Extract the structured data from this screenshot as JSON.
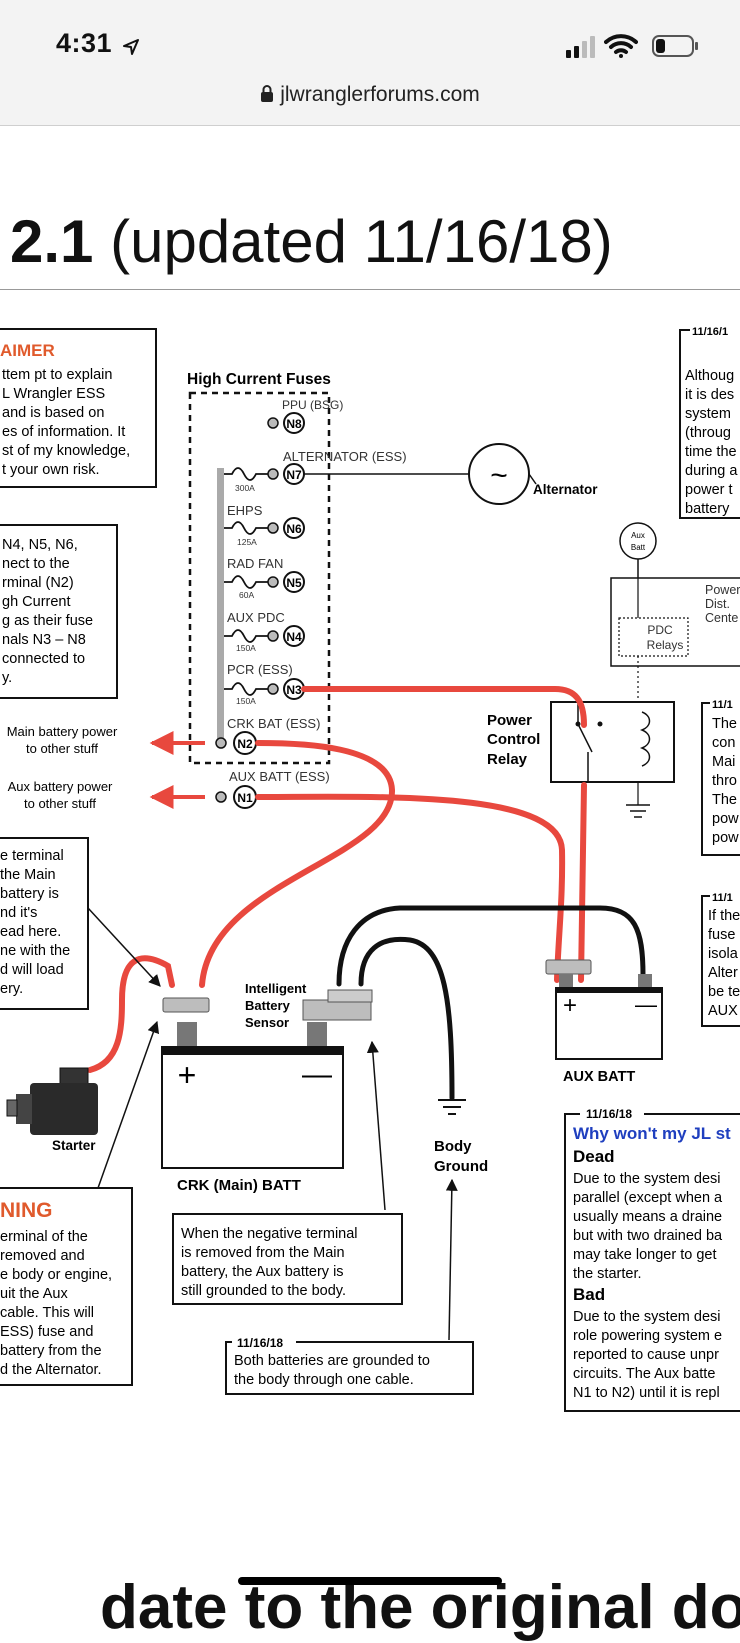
{
  "status_bar": {
    "time": "4:31"
  },
  "browser": {
    "url": "jlwranglerforums.com"
  },
  "page": {
    "title_bold": "2.1",
    "title_rest": "(updated 11/16/18)"
  },
  "diagram": {
    "disclaimer": {
      "heading": "AIMER",
      "lines": [
        "ttem pt to explain",
        "L Wrangler ESS",
        "and is based on",
        "es of information. It",
        "st of my knowledge,",
        "t your own risk."
      ]
    },
    "n4_note": {
      "lines": [
        "N4, N5, N6,",
        "nect to the",
        "rminal (N2)",
        "gh Current",
        "g as their fuse",
        "nals N3 – N8",
        "connected to",
        "y."
      ]
    },
    "fuse_box": {
      "title": "High Current Fuses",
      "nodes": [
        {
          "id": "N8",
          "label": "PPU (BSG)",
          "amps": ""
        },
        {
          "id": "N7",
          "label": "ALTERNATOR (ESS)",
          "amps": "300A"
        },
        {
          "id": "N6",
          "label": "EHPS",
          "amps": "125A"
        },
        {
          "id": "N5",
          "label": "RAD FAN",
          "amps": "60A"
        },
        {
          "id": "N4",
          "label": "AUX PDC",
          "amps": "150A"
        },
        {
          "id": "N3",
          "label": "PCR (ESS)",
          "amps": "150A"
        },
        {
          "id": "N2",
          "label": "CRK BAT (ESS)",
          "amps": ""
        }
      ],
      "n1": {
        "id": "N1",
        "label": "AUX BATT (ESS)"
      }
    },
    "main_power": {
      "line1": "Main battery power",
      "line2": "to other stuff"
    },
    "aux_power": {
      "line1": "Aux battery power",
      "line2": "to other stuff"
    },
    "alternator_label": "Alternator",
    "alternator_symbol": "~",
    "aux_batt_circle": {
      "line1": "Aux",
      "line2": "Batt"
    },
    "pdc": {
      "line1": "Power",
      "line2": "Dist.",
      "line3": "Cente",
      "relays1": "PDC",
      "relays2": "Relays"
    },
    "relay": {
      "line1": "Power",
      "line2": "Control",
      "line3": "Relay"
    },
    "right_note_1": {
      "date": "11/16/1",
      "lines": [
        "Althoug",
        "it is des",
        "system",
        "(throug",
        "time the",
        "during a",
        "power t",
        "battery"
      ]
    },
    "right_note_2": {
      "date": "11/1",
      "lines": [
        "The",
        "con",
        "Mai",
        "thro",
        "The",
        "pow",
        "pow"
      ]
    },
    "right_note_3": {
      "date": "11/1",
      "lines": [
        "If the",
        "fuse",
        "isola",
        "Alter",
        "be te",
        "AUX"
      ]
    },
    "terminal_note": {
      "lines": [
        "e terminal",
        "the Main",
        "battery is",
        "nd it's",
        "ead here.",
        "ne with the",
        "d will load",
        "ery."
      ]
    },
    "starter_label": "Starter",
    "ibs": {
      "line1": "Intelligent",
      "line2": "Battery",
      "line3": "Sensor"
    },
    "crk_batt": {
      "label": "CRK (Main) BATT",
      "plus": "+",
      "minus": "—"
    },
    "aux_batt": {
      "label": "AUX BATT",
      "plus": "+",
      "minus": "—"
    },
    "body_ground": {
      "line1": "Body",
      "line2": "Ground"
    },
    "warning": {
      "heading": "NING",
      "lines": [
        "erminal of the",
        "removed and",
        "e body or engine,",
        "uit the Aux",
        "cable. This will",
        "ESS) fuse and",
        "battery from the",
        "d the Alternator."
      ]
    },
    "neg_terminal_note": {
      "lines": [
        "When the negative terminal",
        "is removed from the Main",
        "battery, the Aux battery is",
        "still grounded to the body."
      ]
    },
    "grounded_note": {
      "date": "11/16/18",
      "lines": [
        "Both batteries are grounded to",
        "the body through one cable."
      ]
    },
    "why_note": {
      "date": "11/16/18",
      "title": "Why won't my JL st",
      "dead_heading": "Dead",
      "dead_lines": [
        "Due to the system desi",
        "parallel (except when a",
        "usually means a draine",
        "but with two drained ba",
        "may take longer to get",
        "the starter."
      ],
      "bad_heading": "Bad",
      "bad_lines": [
        "Due to the system desi",
        "role powering system e",
        "reported to cause unpr",
        "circuits.  The Aux  batte",
        "N1 to N2) until it is repl"
      ]
    },
    "colors": {
      "cable_red": "#e8483e",
      "ground_black": "#111111",
      "heading_red": "#e05a2c",
      "link_blue": "#1f3fbf",
      "terminal_gray": "#bdbdbd"
    }
  },
  "bottom_partial": "date to the original do"
}
